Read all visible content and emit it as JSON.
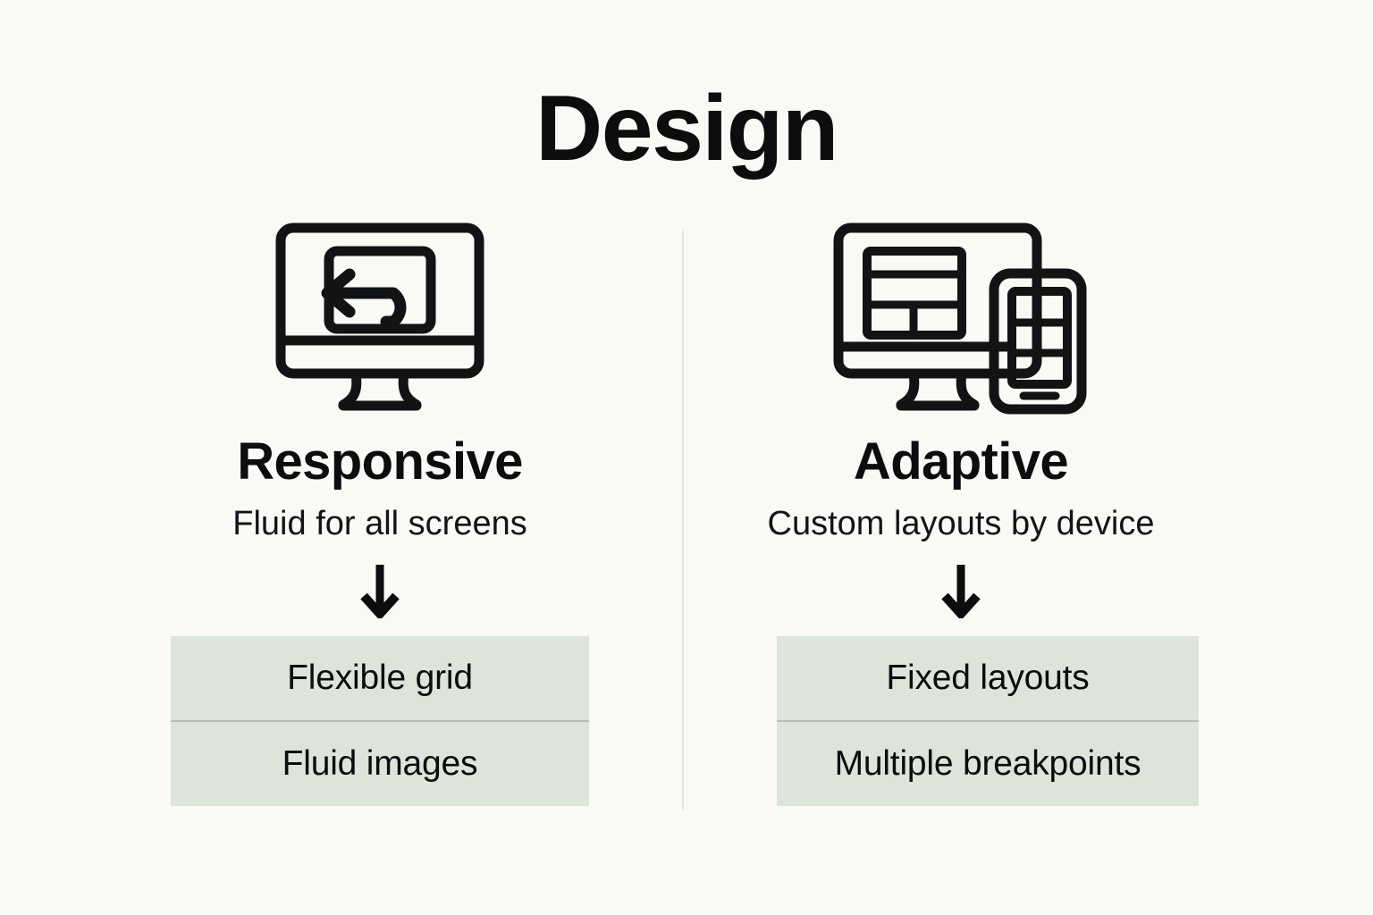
{
  "title": "Design",
  "divider": {
    "color": "#e2e7e0"
  },
  "theme": {
    "background": "#faf9f6",
    "box_fill": "#dde4da",
    "box_divider": "#b7bdb5",
    "text": "#0b0d0e"
  },
  "columns": [
    {
      "icon": "monitor-reflow-arrow-icon",
      "heading": "Responsive",
      "subtitle": "Fluid for all screens",
      "arrow": "down-arrow-icon",
      "tags": [
        "Flexible grid",
        "Fluid images"
      ]
    },
    {
      "icon": "monitor-and-phone-layout-icon",
      "heading": "Adaptive",
      "subtitle": "Custom layouts by device",
      "arrow": "down-arrow-icon",
      "tags": [
        "Fixed layouts",
        "Multiple breakpoints"
      ]
    }
  ]
}
